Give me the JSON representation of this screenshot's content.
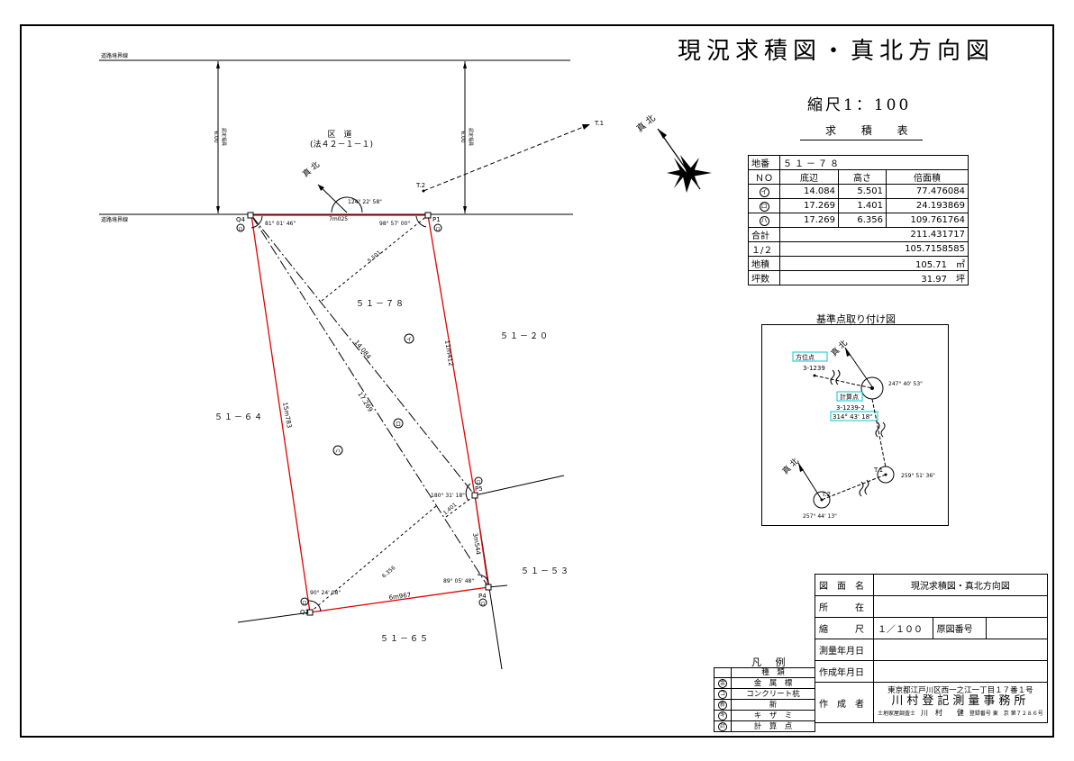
{
  "title": "現況求積図・真北方向図",
  "scale": "縮尺1：100",
  "calc_caption": "求 積 表",
  "calc_table": {
    "parcel_label": "地番",
    "parcel_value": "５１－７８",
    "headers": [
      "ＮＯ",
      "底辺",
      "高さ",
      "倍面積"
    ],
    "rows": [
      {
        "no": "イ",
        "base": "14.084",
        "height": "5.501",
        "double_area": "77.476084"
      },
      {
        "no": "ロ",
        "base": "17.269",
        "height": "1.401",
        "double_area": "24.193869"
      },
      {
        "no": "ハ",
        "base": "17.269",
        "height": "6.356",
        "double_area": "109.761764"
      }
    ],
    "total_label": "合計",
    "total_value": "211.431717",
    "half_label": "１/２",
    "half_value": "105.7158585",
    "area_label": "地積",
    "area_value": "105.71　㎡",
    "tsubo_label": "坪数",
    "tsubo_value": "31.97　坪"
  },
  "plan": {
    "road_boundary_top": "道路境界線",
    "road_boundary_bottom": "道路境界線",
    "road_width_left": "6.00",
    "road_width_left_note": "認定幅員",
    "road_width_right": "6.00",
    "road_width_right_note": "認定幅員",
    "road_name": "区　道",
    "road_law": "(法４２－１－１)",
    "true_north_small": "真 北",
    "angle_top": "124° 22' 58\"",
    "top_edge": "7m025",
    "T1": "T.1",
    "T2": "T.2",
    "true_north_big": "真 北",
    "Q4": "Q4",
    "P1": "P1",
    "P5": "P5",
    "P4": "P4",
    "Q3": "Q3",
    "mark_ro": "ロ",
    "angle_Q4": "81° 01' 46\"",
    "angle_P1": "98° 57' 00\"",
    "angle_P5": "180° 31' 18\"",
    "angle_P4": "89° 05' 48\"",
    "angle_Q3": "90° 24' 08\"",
    "dim_5501": "5.501",
    "dim_14084": "14.084",
    "dim_17269": "17.269",
    "dim_1401": "1.401",
    "dim_6356": "6.356",
    "edge_right_top": "11m412",
    "edge_left": "15m783",
    "edge_right_bottom": "3m544",
    "edge_bottom": "6m967",
    "tri_i": "イ",
    "tri_ro": "ロ",
    "tri_ha": "ハ",
    "lot_main": "５１－７８",
    "lot_right": "５１－２０",
    "lot_left": "５１－６４",
    "lot_bottom": "５１－６５",
    "lot_right_bottom": "５１－５３"
  },
  "ref": {
    "title": "基準点取り付け図",
    "north": "真 北",
    "azimuth_label": "方位点",
    "azimuth_id": "3-1239",
    "calc_label": "計算点",
    "calc_id": "3-1239-2",
    "calc_angle": "314° 43' 18\"",
    "angle_calc": "247° 40' 53\"",
    "T1": "T.1",
    "angle_T1": "259° 51' 36\"",
    "north2": "真 北",
    "T2": "T.2",
    "angle_T2": "257° 44' 13\""
  },
  "info": {
    "drawing_name_label": "図　面　名",
    "drawing_name": "現況求積図・真北方向図",
    "location_label": "所　　　在",
    "location": "",
    "scale_label": "縮　　　尺",
    "scale_value": "１／１００",
    "original_no_label": "原図番号",
    "original_no": "",
    "survey_date_label": "測量年月日",
    "create_date_label": "作成年月日",
    "author_label": "作　成　者",
    "address": "東京都江戸川区西一之江一丁目１７番１号",
    "office": "川村登記測量事務所",
    "surveyor_title": "土地家屋調査士",
    "surveyor_name": "川　村　　健",
    "reg_label": "登録番号",
    "reg_pref": "東　京",
    "reg_no": "第７２８６号"
  },
  "legend": {
    "title": "凡 例",
    "header": "種　類",
    "items": [
      {
        "mark": "金",
        "label": "金　属　標"
      },
      {
        "mark": "コ",
        "label": "コンクリート杭"
      },
      {
        "mark": "新",
        "label": "新"
      },
      {
        "mark": "キ",
        "label": "キ　ザ　ミ"
      },
      {
        "mark": "計",
        "label": "計　算　点"
      }
    ]
  },
  "colors": {
    "parcel_edge": "#e00000",
    "line": "#000000",
    "highlight_border": "#00c8d0"
  }
}
